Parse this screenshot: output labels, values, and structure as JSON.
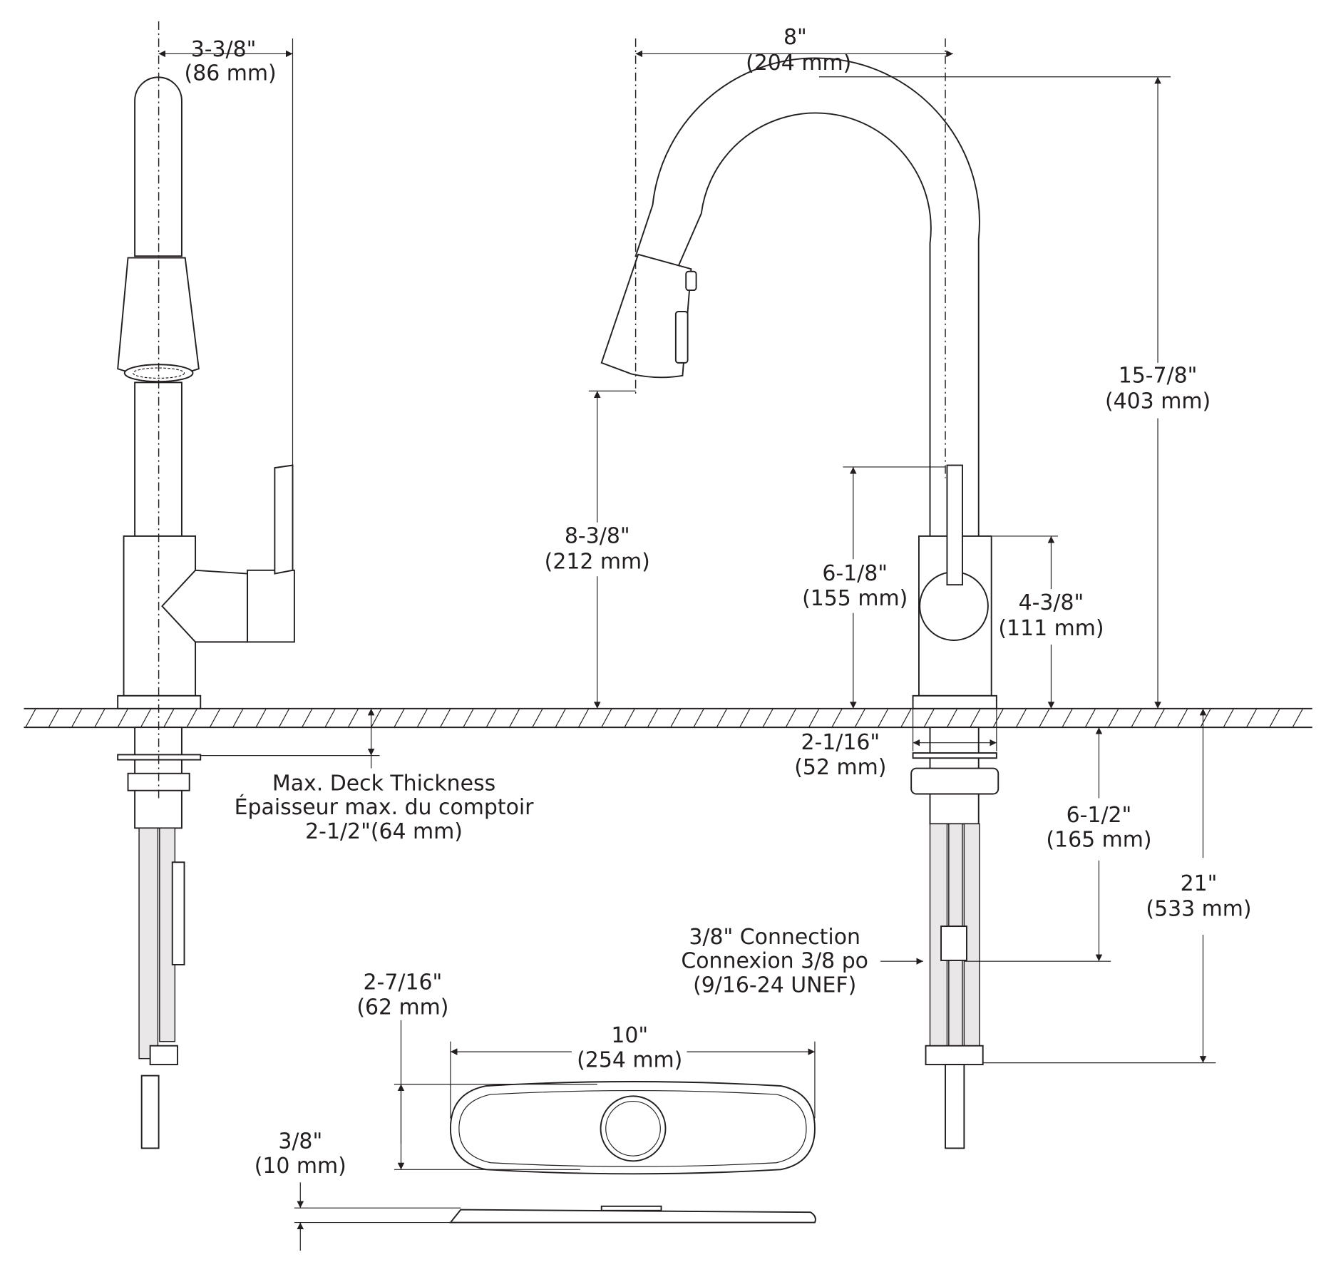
{
  "dimensions": {
    "side_width": {
      "imperial": "3-3/8\"",
      "metric": "(86 mm)"
    },
    "spout_reach": {
      "imperial": "8\"",
      "metric": "(204 mm)"
    },
    "overall_height": {
      "imperial": "15-7/8\"",
      "metric": "(403 mm)"
    },
    "spout_clearance": {
      "imperial": "8-3/8\"",
      "metric": "(212 mm)"
    },
    "handle_height": {
      "imperial": "6-1/8\"",
      "metric": "(155 mm)"
    },
    "body_height": {
      "imperial": "4-3/8\"",
      "metric": "(111 mm)"
    },
    "base_diameter": {
      "imperial": "2-1/16\"",
      "metric": "(52 mm)"
    },
    "shank_length": {
      "imperial": "6-1/2\"",
      "metric": "(165 mm)"
    },
    "hose_length": {
      "imperial": "21\"",
      "metric": "(533 mm)"
    },
    "plate_length": {
      "imperial": "10\"",
      "metric": "(254 mm)"
    },
    "plate_width": {
      "imperial": "2-7/16\"",
      "metric": "(62 mm)"
    },
    "plate_thickness": {
      "imperial": "3/8\"",
      "metric": "(10 mm)"
    }
  },
  "deck_note": {
    "line1": "Max. Deck Thickness",
    "line2": "Épaisseur max. du comptoir",
    "line3": "2-1/2\"(64 mm)"
  },
  "connection_note": {
    "line1": "3/8\" Connection",
    "line2": "Connexion 3/8 po",
    "line3": "(9/16-24 UNEF)"
  },
  "colors": {
    "line": "#231f20",
    "background": "#ffffff"
  }
}
